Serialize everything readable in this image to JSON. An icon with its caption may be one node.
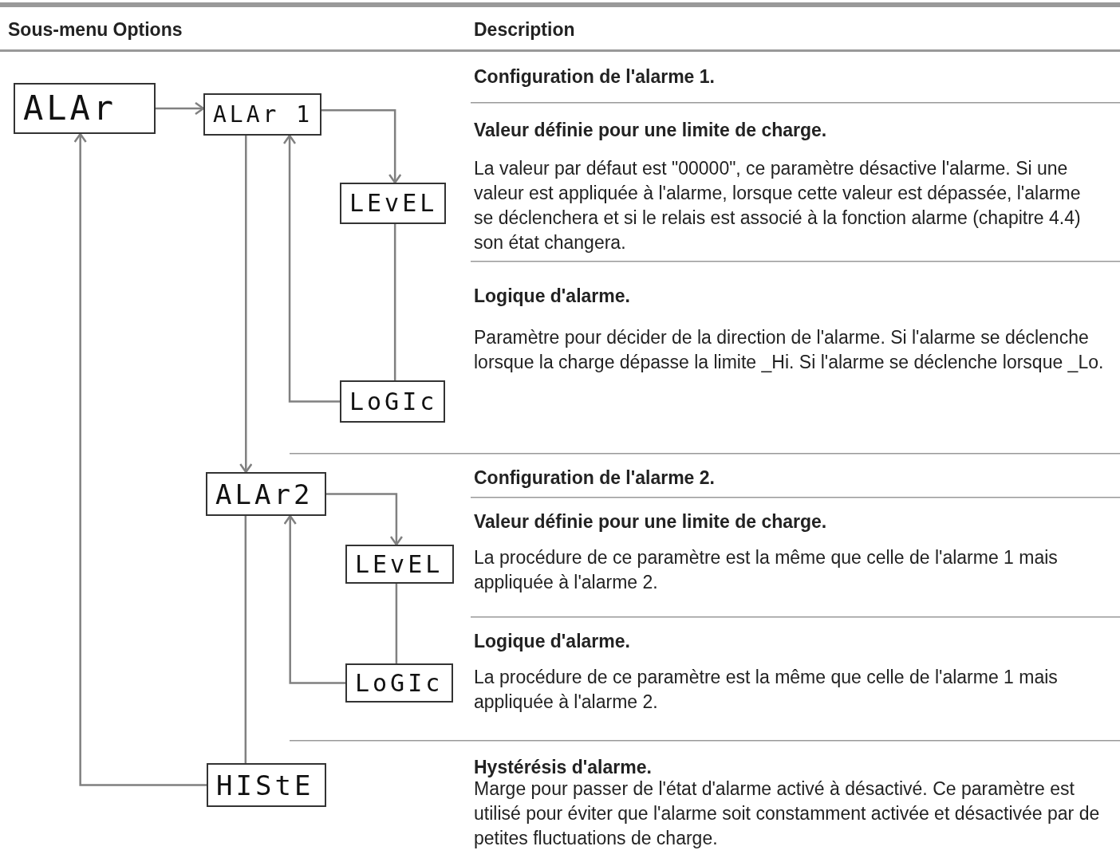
{
  "diagram": {
    "nodes": [
      {
        "text": [
          "ALAr"
        ]
      },
      {
        "text": [
          "ALAr 1"
        ]
      },
      {
        "text": [
          "LEvEL"
        ]
      },
      {
        "text": [
          "LoGIc"
        ]
      },
      {
        "text": [
          "ALAr2"
        ]
      },
      {
        "text": [
          "LEvEL"
        ]
      },
      {
        "text": [
          "LoGIc"
        ]
      },
      {
        "text": [
          "HIStE"
        ]
      }
    ],
    "edges": [
      {
        "from": 0,
        "to": 1,
        "arrow": "to"
      },
      {
        "from": 1,
        "to": 2,
        "arrow": "to"
      },
      {
        "from": 2,
        "to": 3,
        "arrow": "none"
      },
      {
        "from": 3,
        "to": 1,
        "arrow": "to"
      },
      {
        "from": 1,
        "to": 4,
        "arrow": "to"
      },
      {
        "from": 4,
        "to": 5,
        "arrow": "to"
      },
      {
        "from": 5,
        "to": 6,
        "arrow": "none"
      },
      {
        "from": 6,
        "to": 4,
        "arrow": "to"
      },
      {
        "from": 4,
        "to": 7,
        "arrow": "none"
      },
      {
        "from": 7,
        "to": 0,
        "arrow": "to"
      }
    ],
    "labels": [
      "Sous-menu Options",
      "Description",
      "Configuration de l'alarme 1.",
      "Valeur définie pour une limite de charge.",
      "La valeur par défaut est \"00000\", ce paramètre désactive l'alarme. Si une valeur est appliquée à l'alarme, lorsque cette valeur est dépassée, l'alarme se déclenchera et si le relais est associé à la fonction alarme (chapitre 4.4) son état changera.",
      "Logique d'alarme.",
      "Paramètre pour décider de la direction de l'alarme. Si l'alarme se déclenche lorsque la charge dépasse la limite _Hi. Si l'alarme se déclenche lorsque _Lo.",
      "Configuration de l'alarme 2.",
      "Valeur définie pour une limite de charge.",
      "La procédure de ce paramètre est la même que celle de l'alarme 1 mais appliquée à l'alarme 2.",
      "Logique d'alarme.",
      "La procédure de ce paramètre est la même que celle de l'alarme 1 mais appliquée à l'alarme 2.",
      "Hystérésis d'alarme.",
      "Marge pour passer de l'état d'alarme activé à désactivé. Ce paramètre est utilisé pour éviter que l'alarme soit constamment activée et désactivée par de petites fluctuations de charge."
    ]
  }
}
